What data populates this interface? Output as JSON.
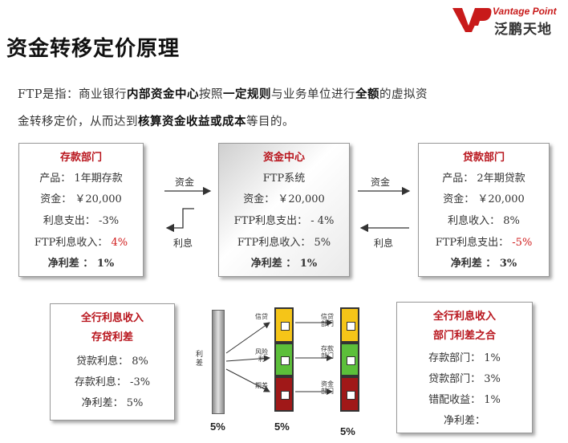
{
  "logo": {
    "brand_en": "Vantage Point",
    "brand_cn": "泛鹏天地"
  },
  "title": "资金转移定价原理",
  "intro": {
    "line1": [
      {
        "t": "FTP是指：商业银行",
        "b": false
      },
      {
        "t": "内部资金中心",
        "b": true
      },
      {
        "t": "按照",
        "b": false
      },
      {
        "t": "一定规则",
        "b": true
      },
      {
        "t": "与业务单位进行",
        "b": false
      },
      {
        "t": "全额",
        "b": true
      },
      {
        "t": "的虚拟资",
        "b": false
      }
    ],
    "line2": [
      {
        "t": "金转移定价，从而达到",
        "b": false
      },
      {
        "t": "核算资金收益或成本",
        "b": true
      },
      {
        "t": "等目的。",
        "b": false
      }
    ]
  },
  "deposit_dept": {
    "title": "存款部门",
    "product": "产品： 1年期存款",
    "funds": "资金： ￥20,000",
    "interest_expense": "利息支出： -3%",
    "ftp_income_label": "FTP利息收入：",
    "ftp_income_value": "4%",
    "net_margin": "净利差 ： 1%"
  },
  "funds_center": {
    "title": "资金中心",
    "system": "FTP系统",
    "funds": "资金： ￥20,000",
    "ftp_expense": "FTP利息支出： - 4%",
    "ftp_income": "FTP利息收入： 5%",
    "net_margin": "净利差 ： 1%"
  },
  "loan_dept": {
    "title": "贷款部门",
    "product": "产品： 2年期贷款",
    "funds": "资金： ￥20,000",
    "interest_income": "利息收入： 8%",
    "ftp_expense_label": "FTP利息支出：",
    "ftp_expense_value": "-5%",
    "net_margin": "净利差 ： 3%"
  },
  "flows": {
    "funds_right": "资金",
    "interest_left": "利息",
    "funds_left": "资金",
    "interest_right": "利息"
  },
  "bank_margin": {
    "title1": "全行利息收入",
    "title2": "存贷利差",
    "loan_rate": "贷款利息： 8%",
    "deposit_rate": "存款利息： -3%",
    "net_margin": "净利差： 5%"
  },
  "dept_sum": {
    "title1": "全行利息收入",
    "title2": "部门利差之合",
    "deposit_dept": "存款部门： 1%",
    "loan_dept": "贷款部门： 3%",
    "treasury": "错配收益： 1%",
    "net_margin": "净利差："
  },
  "bars": {
    "margin_label": "利差",
    "mid_labels": [
      "信贷",
      "风险利",
      "期差"
    ],
    "right_labels": [
      "信贷部门",
      "存款部门",
      "资金部门"
    ],
    "pct_left": "5%",
    "pct_mid": "5%",
    "pct_right": "5%"
  },
  "colors": {
    "accent_red": "#b8141c",
    "yellow": "#f5c518",
    "green": "#5cbf3a",
    "dark_red": "#a01818"
  }
}
